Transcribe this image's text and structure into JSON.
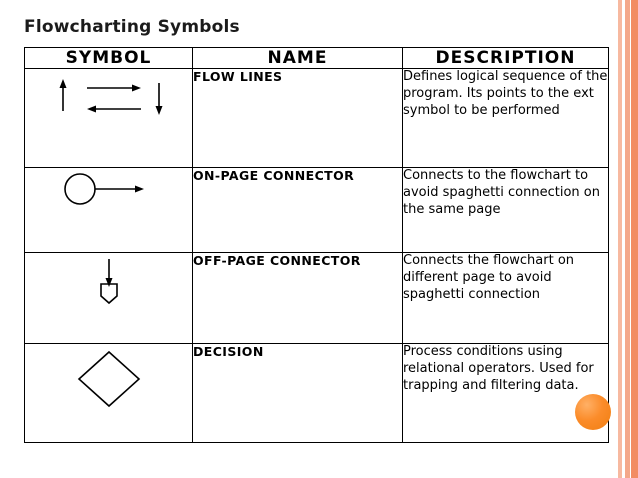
{
  "slide": {
    "title": "Flowcharting Symbols",
    "accent_colors": {
      "stripe_light": "#f7b9a0",
      "stripe_mid": "#f4a88a",
      "stripe_dark": "#f28c63",
      "ball": "#f7941e"
    }
  },
  "table": {
    "headers": [
      "SYMBOL",
      "NAME",
      "DESCRIPTION"
    ],
    "rows": [
      {
        "symbol_icon": "flow-lines-arrows-symbol",
        "name": "FLOW LINES",
        "description": "Defines logical sequence of the program.  Its points to the ext symbol to be performed"
      },
      {
        "symbol_icon": "on-page-connector-circle-symbol",
        "name": "ON-PAGE CONNECTOR",
        "description": "Connects to the flowchart to avoid spaghetti connection on the same page"
      },
      {
        "symbol_icon": "off-page-connector-pentagon-symbol",
        "name": "OFF-PAGE CONNECTOR",
        "description": "Connects the flowchart on different page to avoid spaghetti connection"
      },
      {
        "symbol_icon": "decision-diamond-symbol",
        "name": "DECISION",
        "description": "Process conditions using relational operators.  Used for trapping and filtering data."
      }
    ]
  }
}
